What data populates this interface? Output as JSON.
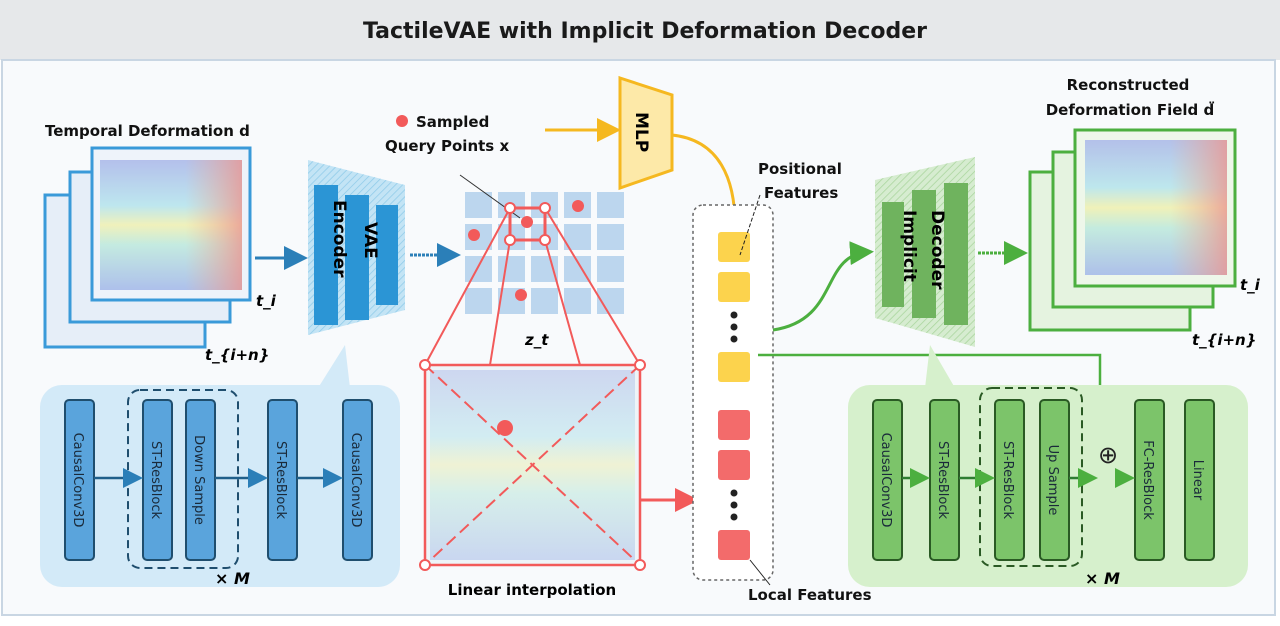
{
  "title": "TactileVAE with Implicit Deformation Decoder",
  "input": {
    "label": "Temporal Deformation d",
    "t_first": "t_i",
    "t_last": "t_{i+n}"
  },
  "encoder": {
    "line1": "VAE",
    "line2": "Encoder"
  },
  "latent": {
    "label": "z_t",
    "sampled_line1": "Sampled",
    "sampled_line2": "Query Points x"
  },
  "mlp": {
    "label": "MLP"
  },
  "features": {
    "positional_line1": "Positional",
    "positional_line2": "Features",
    "local": "Local Features"
  },
  "interp": {
    "label": "Linear interpolation"
  },
  "decoder": {
    "line1": "Implicit",
    "line2": "Decoder"
  },
  "output": {
    "line1": "Reconstructed",
    "line2": "Deformation Field d̈",
    "t_first": "t_i",
    "t_last": "t_{i+n}"
  },
  "encoder_blocks": [
    "CausalConv3D",
    "ST-ResBlock",
    "Down Sample",
    "ST-ResBlock",
    "CausalConv3D"
  ],
  "encoder_repeat": "× M",
  "decoder_blocks": [
    "CausalConv3D",
    "ST-ResBlock",
    "ST-ResBlock",
    "Up Sample",
    "FC-ResBlock",
    "Linear"
  ],
  "decoder_repeat": "× M",
  "sum_symbol": "⊕",
  "colors": {
    "blue": "#2b8fd0",
    "green": "#4caf3f",
    "red": "#f25a5a",
    "yellow": "#f5c431"
  }
}
